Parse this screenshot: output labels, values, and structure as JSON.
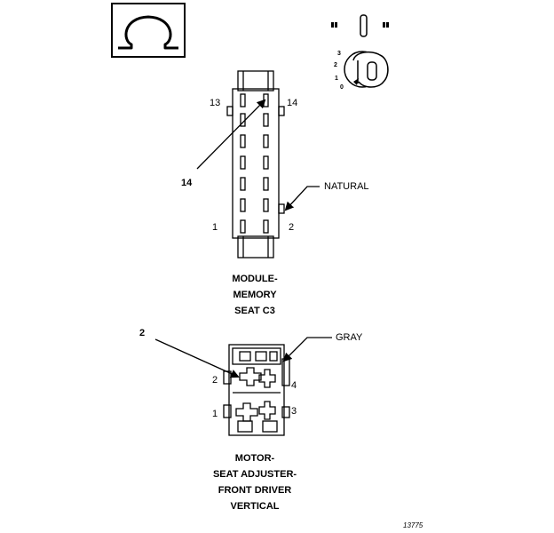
{
  "connector_c3": {
    "pin_13": "13",
    "pin_14": "14",
    "pin_1": "1",
    "pin_2": "2",
    "callout": "14",
    "color": "NATURAL",
    "caption": [
      "MODULE-",
      "MEMORY",
      "SEAT C3"
    ]
  },
  "motor_connector": {
    "pin_1": "1",
    "pin_2": "2",
    "pin_3": "3",
    "pin_4": "4",
    "callout": "2",
    "color": "GRAY",
    "caption": [
      "MOTOR-",
      "SEAT ADJUSTER-",
      "FRONT DRIVER",
      "VERTICAL"
    ]
  },
  "ignition_key": {
    "positions": [
      "0",
      "1",
      "2",
      "3"
    ]
  },
  "figure_ref": "13775",
  "icons": {
    "omega": "omega-icon",
    "ignition": "ignition-switch-icon"
  },
  "colors": {
    "ink": "#000000",
    "paper": "#ffffff"
  }
}
